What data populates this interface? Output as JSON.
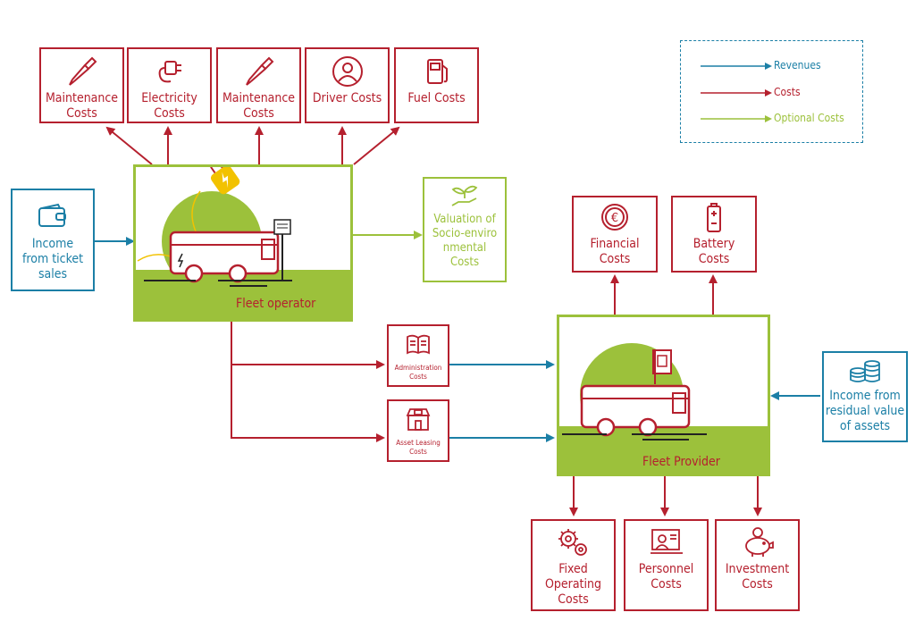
{
  "legend": {
    "items": [
      {
        "label": "Revenues",
        "color": "#1b7fa6"
      },
      {
        "label": "Costs",
        "color": "#b5202e"
      },
      {
        "label": "Optional Costs",
        "color": "#9cc13b"
      }
    ]
  },
  "top_costs": [
    {
      "label": "Maintenance\nCosts",
      "icon": "screwdriver-icon"
    },
    {
      "label": "Electricity\nCosts",
      "icon": "plug-icon"
    },
    {
      "label": "Maintenance\nCosts",
      "icon": "screwdriver-icon"
    },
    {
      "label": "Driver Costs",
      "icon": "person-icon"
    },
    {
      "label": "Fuel Costs",
      "icon": "fuel-pump-icon"
    }
  ],
  "fleet_operator": {
    "label": "Fleet operator"
  },
  "fleet_provider": {
    "label": "Fleet Provider"
  },
  "income_ticket": {
    "label": "Income\nfrom ticket\nsales",
    "icon": "wallet-icon"
  },
  "valuation": {
    "label": "Valuation of\nSocio-enviro\nnmental\nCosts",
    "icon": "plant-hand-icon"
  },
  "financial": {
    "label": "Financial\nCosts",
    "icon": "euro-coin-icon"
  },
  "battery": {
    "label": "Battery\nCosts",
    "icon": "battery-icon"
  },
  "administration": {
    "label": "Administration\nCosts",
    "icon": "book-icon"
  },
  "asset_leasing": {
    "label": "Asset Leasing\nCosts",
    "icon": "shop-icon"
  },
  "income_residual": {
    "label": "Income from\nresidual value\nof assets",
    "icon": "coins-icon"
  },
  "bottom_costs": [
    {
      "label": "Fixed\nOperating\nCosts",
      "icon": "gears-icon"
    },
    {
      "label": "Personnel\nCosts",
      "icon": "presenter-icon"
    },
    {
      "label": "Investment\nCosts",
      "icon": "piggy-bank-icon"
    }
  ]
}
